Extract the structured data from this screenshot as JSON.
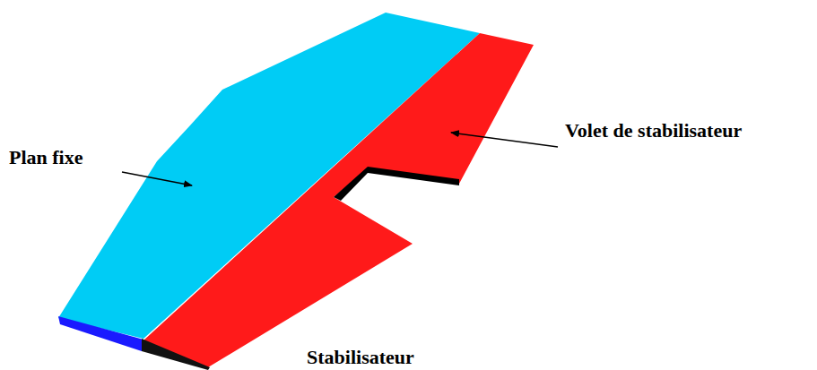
{
  "diagram": {
    "caption": "Stabilisateur",
    "labels": [
      "Plan fixe",
      "Volet de stabilisateur"
    ]
  }
}
